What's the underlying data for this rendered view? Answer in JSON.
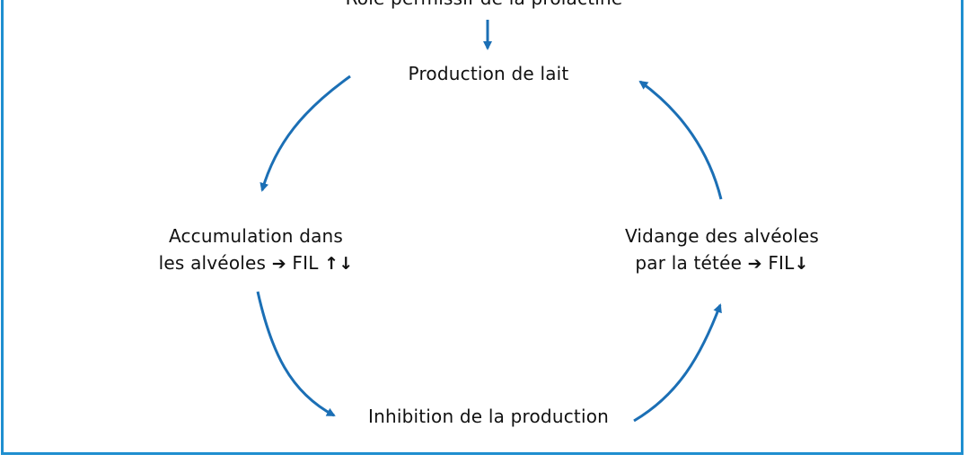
{
  "colors": {
    "frame": "#1f8fd0",
    "arrow": "#1b6fb5",
    "text": "#111111"
  },
  "nodes": {
    "top_label": "Rôle permissif de la prolactine",
    "production": "Production de lait",
    "accumulation": {
      "line1": "Accumulation dans",
      "line2_text": "les alvéoles",
      "line2_arrow": "➔",
      "line2_tag": "FIL",
      "line2_updown": "↑↓"
    },
    "vidange": {
      "line1": "Vidange des alvéoles",
      "line2_text": "par la tétée",
      "line2_arrow": "➔",
      "line2_tag": "FIL",
      "line2_down": "↓"
    },
    "inhibition": "Inhibition de la production"
  }
}
